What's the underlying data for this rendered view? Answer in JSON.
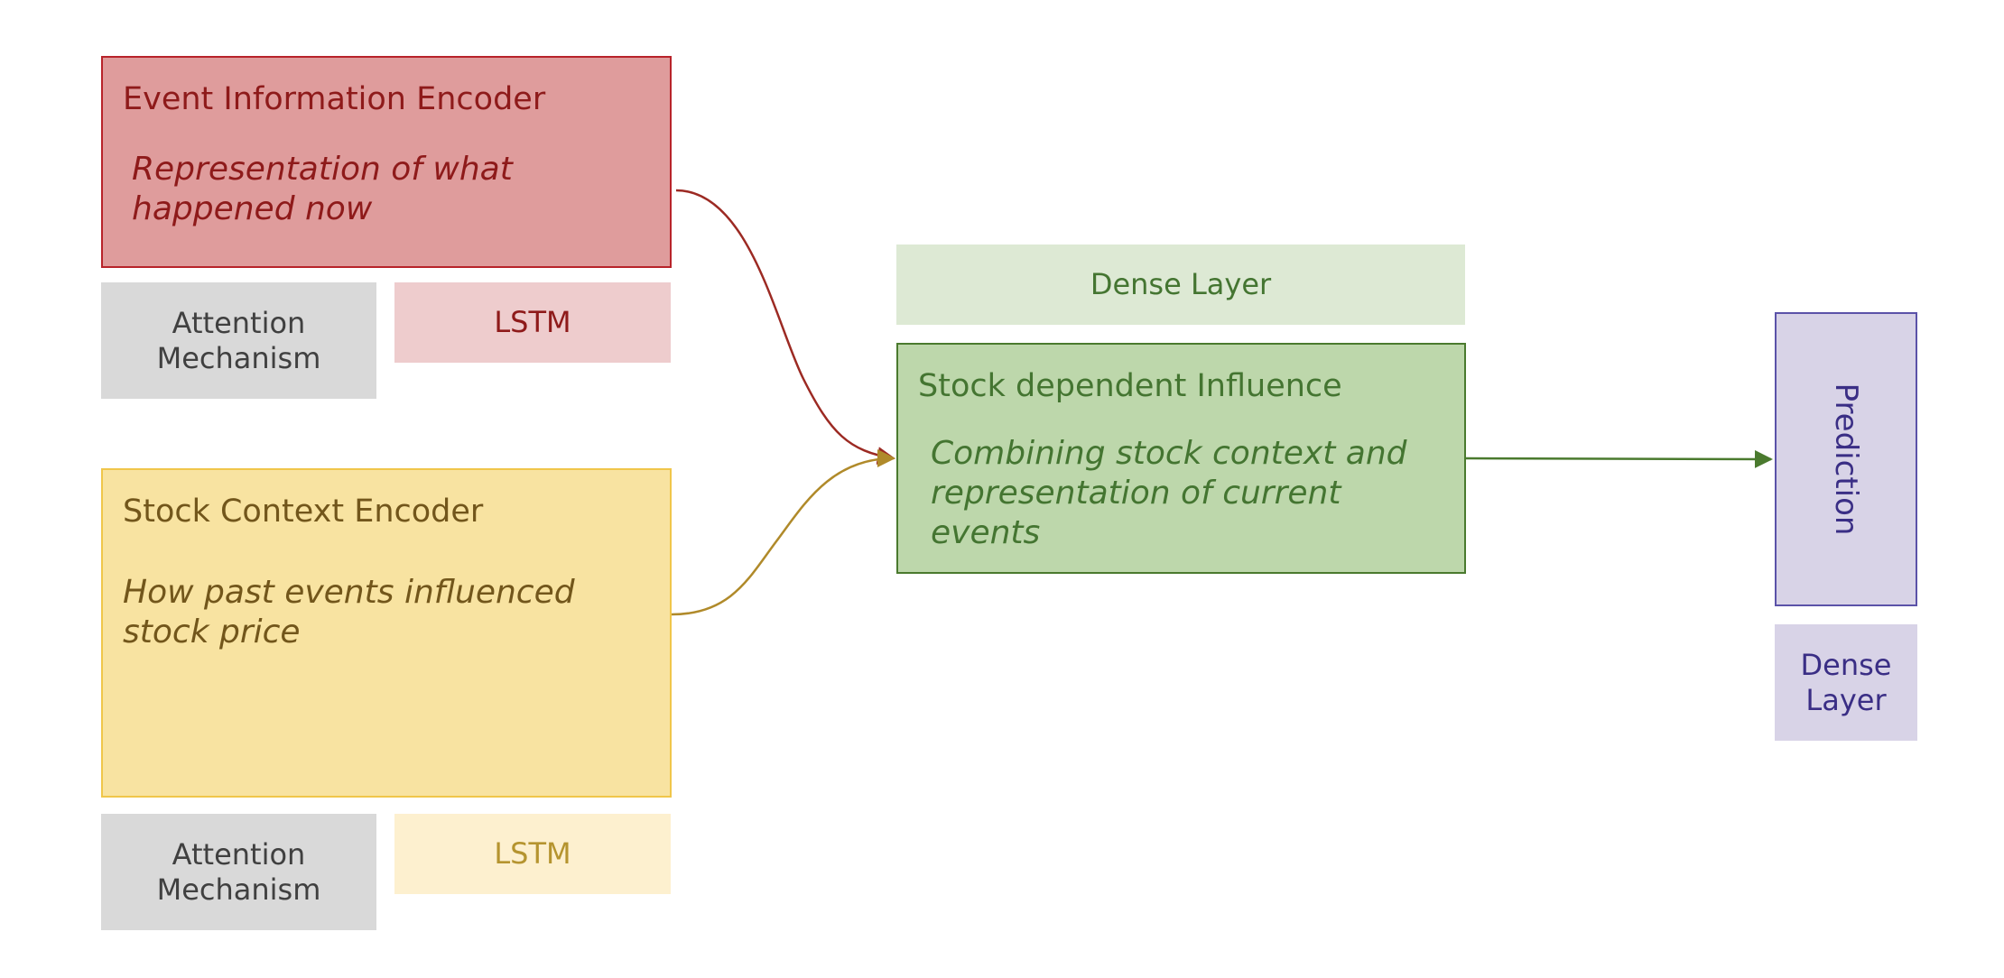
{
  "event_encoder": {
    "title": "Event Information Encoder",
    "description": "Representation of what happened now",
    "attention_label": "Attention\nMechanism",
    "lstm_label": "LSTM",
    "color": "#df9c9c",
    "border_color": "#b8232a",
    "text_color": "#8e1a1a"
  },
  "context_encoder": {
    "title": "Stock Context Encoder",
    "description": "How past events influenced stock price",
    "attention_label": "Attention\nMechanism",
    "lstm_label": "LSTM",
    "color": "#f8e3a1",
    "border_color": "#f0c64a",
    "text_color": "#72561b"
  },
  "influence": {
    "dense_label": "Dense Layer",
    "title": "Stock dependent Influence",
    "description": "Combining stock context and representation of current events",
    "color": "#bdd7ab",
    "border_color": "#4a7a2e",
    "text_color": "#447531"
  },
  "prediction": {
    "label": "Prediction",
    "dense_label": "Dense\nLayer",
    "color": "#d8d3e7",
    "border_color": "#5b52a8",
    "text_color": "#3a2e85"
  }
}
